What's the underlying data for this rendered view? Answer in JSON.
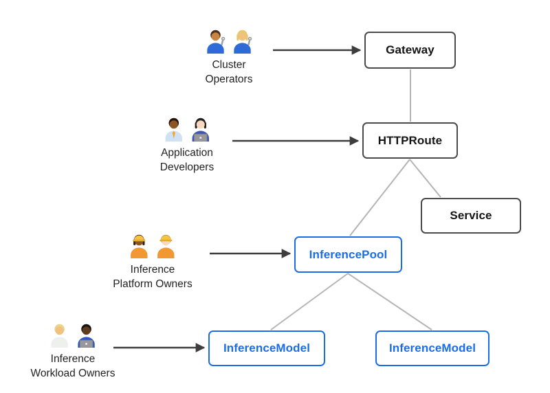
{
  "colors": {
    "background": "#ffffff",
    "node_border_dark": "#4a4a4a",
    "node_text_dark": "#141414",
    "node_border_blue": "#1a6ce8",
    "node_text_blue": "#1a6ce8",
    "edge_gray": "#b4b4b4",
    "arrow_dark": "#3d3d3d"
  },
  "nodes": {
    "gateway": {
      "label": "Gateway",
      "style": "dark"
    },
    "httproute": {
      "label": "HTTPRoute",
      "style": "dark"
    },
    "service": {
      "label": "Service",
      "style": "dark"
    },
    "inference_pool": {
      "label": "InferencePool",
      "style": "blue"
    },
    "inference_model_left": {
      "label": "InferenceModel",
      "style": "blue"
    },
    "inference_model_right": {
      "label": "InferenceModel",
      "style": "blue"
    }
  },
  "personas": [
    {
      "name": "cluster-operators",
      "label_lines": [
        "Cluster",
        "Operators"
      ],
      "points_to": "Gateway",
      "members": [
        {
          "name": "man-mechanic-medium-skin-icon",
          "emoji": "👨🏽‍🔧",
          "skin": "#c68642",
          "hair": "#4a2e1d",
          "shirt": "#2e6bd6",
          "long_hair": false,
          "accessories": [
            "wrench"
          ]
        },
        {
          "name": "woman-mechanic-light-skin-icon",
          "emoji": "👩🏼‍🔧",
          "skin": "#f1c27d",
          "hair": "#e6c76f",
          "shirt": "#2e6bd6",
          "long_hair": true,
          "accessories": [
            "wrench"
          ]
        }
      ]
    },
    {
      "name": "application-developers",
      "label_lines": [
        "Application",
        "Developers"
      ],
      "points_to": "HTTPRoute",
      "members": [
        {
          "name": "man-office-worker-dark-skin-icon",
          "emoji": "👨🏾‍💼",
          "skin": "#8d5524",
          "hair": "#26150c",
          "shirt": "#cfe2f3",
          "long_hair": false,
          "accessories": [
            "tie"
          ]
        },
        {
          "name": "woman-technologist-light-skin-icon",
          "emoji": "👩🏻‍💻",
          "skin": "#f8d9c0",
          "hair": "#232323",
          "shirt": "#3d55b8",
          "long_hair": true,
          "accessories": [
            "laptop"
          ]
        }
      ]
    },
    {
      "name": "inference-platform-owners",
      "label_lines": [
        "Inference",
        "Platform Owners"
      ],
      "points_to": "InferencePool",
      "members": [
        {
          "name": "woman-construction-worker-dark-skin-icon",
          "emoji": "👷🏾‍♀️",
          "skin": "#8d5524",
          "hair": "#331f12",
          "shirt": "#f29833",
          "long_hair": true,
          "accessories": [
            "helmet"
          ]
        },
        {
          "name": "man-construction-worker-light-skin-icon",
          "emoji": "👷🏻",
          "skin": "#f8d9c0",
          "hair": "#b98b42",
          "shirt": "#f29833",
          "long_hair": false,
          "accessories": [
            "helmet"
          ]
        }
      ]
    },
    {
      "name": "inference-workload-owners",
      "label_lines": [
        "Inference",
        "Workload Owners"
      ],
      "points_to": "InferenceModel",
      "members": [
        {
          "name": "health-worker-light-skin-icon",
          "emoji": "🧑🏼‍⚕️",
          "skin": "#f1c27d",
          "hair": "#e8d48a",
          "shirt": "#eef0ee",
          "long_hair": false,
          "accessories": []
        },
        {
          "name": "man-technologist-dark-skin-icon",
          "emoji": "👨🏿‍💻",
          "skin": "#5f3b1f",
          "hair": "#151312",
          "shirt": "#2e57c9",
          "long_hair": false,
          "accessories": [
            "laptop"
          ]
        }
      ]
    }
  ],
  "edges": [
    {
      "from": "Gateway",
      "to": "HTTPRoute"
    },
    {
      "from": "HTTPRoute",
      "to": "InferencePool"
    },
    {
      "from": "HTTPRoute",
      "to": "Service"
    },
    {
      "from": "InferencePool",
      "to": "InferenceModel (left)"
    },
    {
      "from": "InferencePool",
      "to": "InferenceModel (right)"
    }
  ],
  "actor_arrows": [
    {
      "from": "Cluster Operators",
      "to": "Gateway"
    },
    {
      "from": "Application Developers",
      "to": "HTTPRoute"
    },
    {
      "from": "Inference Platform Owners",
      "to": "InferencePool"
    },
    {
      "from": "Inference Workload Owners",
      "to": "InferenceModel (left)"
    }
  ]
}
